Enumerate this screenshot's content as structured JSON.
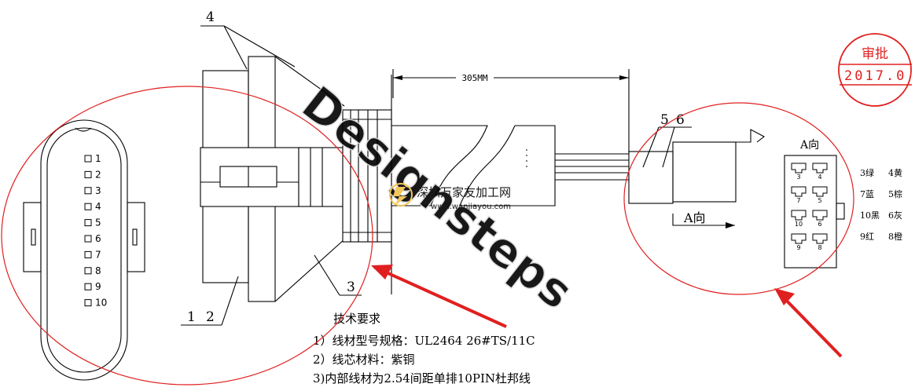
{
  "callouts": {
    "part_4": "4",
    "part_1": "1",
    "part_2": "2",
    "part_3": "3",
    "part_5": "5",
    "part_6": "6"
  },
  "dimension": {
    "length": "305MM"
  },
  "pins": [
    "1",
    "2",
    "3",
    "4",
    "5",
    "6",
    "7",
    "8",
    "9",
    "10"
  ],
  "view_a": {
    "title": "A向",
    "arrow_label": "A向",
    "cavities": [
      "3",
      "4",
      "7",
      "5",
      "10",
      "6",
      "9",
      "8"
    ],
    "wire_colors": [
      {
        "left": "3绿",
        "right": "4黄"
      },
      {
        "left": "7蓝",
        "right": "5棕"
      },
      {
        "left": "10黑",
        "right": "6灰"
      },
      {
        "left": "9红",
        "right": "8橙"
      }
    ]
  },
  "approval_stamp": {
    "label": "审批",
    "date": "2017.0"
  },
  "watermark": {
    "site_cn": "深圳万家友加工网",
    "site_url": "www.wanjiayou.com",
    "diagonal": "Designsteps"
  },
  "tech_requirements": {
    "title": "技术要求",
    "items": [
      "1）线材型号规格：UL2464 26#TS/11C",
      "2）线芯材料：紫铜",
      "3)内部线材为2.54间距单排10PIN杜邦线"
    ]
  },
  "colors": {
    "annotation": "#e02020",
    "watermark": "#e0e0e0",
    "logo": "#f2c24a"
  }
}
